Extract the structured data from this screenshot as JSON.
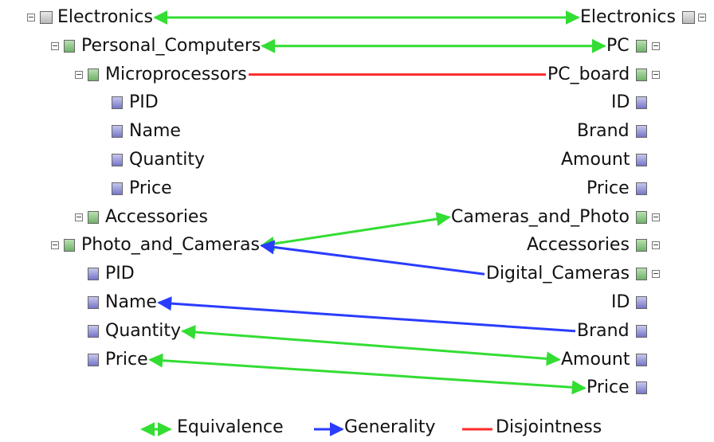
{
  "left_tree": [
    {
      "id": "l_electronics",
      "label": "Electronics",
      "kind": "book",
      "depth": 0
    },
    {
      "id": "l_pc",
      "label": "Personal_Computers",
      "kind": "class",
      "depth": 1
    },
    {
      "id": "l_micro",
      "label": "Microprocessors",
      "kind": "class",
      "depth": 2
    },
    {
      "id": "l_pid1",
      "label": "PID",
      "kind": "prop",
      "depth": 3
    },
    {
      "id": "l_name1",
      "label": "Name",
      "kind": "prop",
      "depth": 3
    },
    {
      "id": "l_qty1",
      "label": "Quantity",
      "kind": "prop",
      "depth": 3
    },
    {
      "id": "l_price1",
      "label": "Price",
      "kind": "prop",
      "depth": 3
    },
    {
      "id": "l_acc",
      "label": "Accessories",
      "kind": "class",
      "depth": 2
    },
    {
      "id": "l_photo",
      "label": "Photo_and_Cameras",
      "kind": "class",
      "depth": 1
    },
    {
      "id": "l_pid2",
      "label": "PID",
      "kind": "prop",
      "depth": 2
    },
    {
      "id": "l_name2",
      "label": "Name",
      "kind": "prop",
      "depth": 2
    },
    {
      "id": "l_qty2",
      "label": "Quantity",
      "kind": "prop",
      "depth": 2
    },
    {
      "id": "l_price2",
      "label": "Price",
      "kind": "prop",
      "depth": 2
    }
  ],
  "right_tree": [
    {
      "id": "r_electronics",
      "label": "Electronics",
      "kind": "book",
      "depth": 0
    },
    {
      "id": "r_pc",
      "label": "PC",
      "kind": "class",
      "depth": 1
    },
    {
      "id": "r_pcboard",
      "label": "PC_board",
      "kind": "class",
      "depth": 2
    },
    {
      "id": "r_id1",
      "label": "ID",
      "kind": "prop",
      "depth": 3
    },
    {
      "id": "r_brand1",
      "label": "Brand",
      "kind": "prop",
      "depth": 3
    },
    {
      "id": "r_amount1",
      "label": "Amount",
      "kind": "prop",
      "depth": 3
    },
    {
      "id": "r_price1",
      "label": "Price",
      "kind": "prop",
      "depth": 3
    },
    {
      "id": "r_cameras",
      "label": "Cameras_and_Photo",
      "kind": "class",
      "depth": 1
    },
    {
      "id": "r_acc",
      "label": "Accessories",
      "kind": "class",
      "depth": 2
    },
    {
      "id": "r_digital",
      "label": "Digital_Cameras",
      "kind": "class",
      "depth": 2
    },
    {
      "id": "r_id2",
      "label": "ID",
      "kind": "prop",
      "depth": 3
    },
    {
      "id": "r_brand2",
      "label": "Brand",
      "kind": "prop",
      "depth": 3
    },
    {
      "id": "r_amount2",
      "label": "Amount",
      "kind": "prop",
      "depth": 3
    },
    {
      "id": "r_price2",
      "label": "Price",
      "kind": "prop",
      "depth": 3
    }
  ],
  "relations": [
    {
      "from": "l_electronics",
      "to": "r_electronics",
      "type": "equivalence"
    },
    {
      "from": "l_pc",
      "to": "r_pc",
      "type": "equivalence"
    },
    {
      "from": "l_micro",
      "to": "r_pcboard",
      "type": "disjointness"
    },
    {
      "from": "l_photo",
      "to": "r_cameras",
      "type": "equivalence"
    },
    {
      "from": "r_digital",
      "to": "l_photo",
      "type": "generality"
    },
    {
      "from": "r_brand2",
      "to": "l_name2",
      "type": "generality"
    },
    {
      "from": "l_qty2",
      "to": "r_amount2",
      "type": "equivalence"
    },
    {
      "from": "l_price2",
      "to": "r_price2",
      "type": "equivalence"
    }
  ],
  "legend": [
    {
      "type": "equivalence",
      "label": "Equivalence",
      "color": "#33dd33"
    },
    {
      "type": "generality",
      "label": "Generality",
      "color": "#2a3cff"
    },
    {
      "type": "disjointness",
      "label": "Disjointness",
      "color": "#ff2a2a"
    }
  ]
}
